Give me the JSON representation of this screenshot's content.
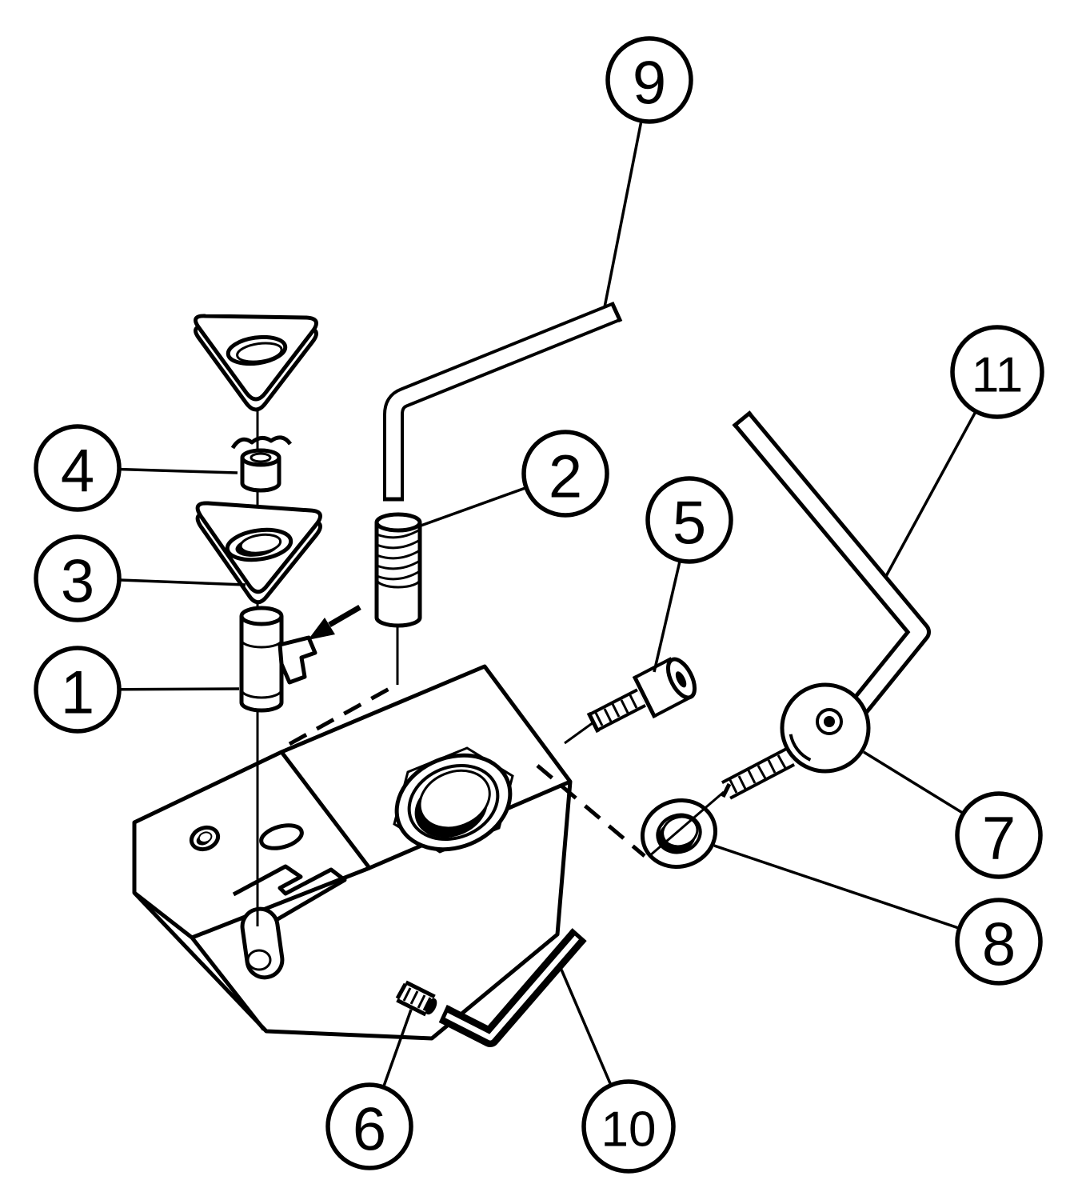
{
  "diagram": {
    "ink": "#000000",
    "paper": "#ffffff",
    "callouts": [
      {
        "label": "1"
      },
      {
        "label": "2"
      },
      {
        "label": "3"
      },
      {
        "label": "4"
      },
      {
        "label": "5"
      },
      {
        "label": "6"
      },
      {
        "label": "7"
      },
      {
        "label": "8"
      },
      {
        "label": "9"
      },
      {
        "label": "10"
      },
      {
        "label": "11"
      }
    ]
  }
}
